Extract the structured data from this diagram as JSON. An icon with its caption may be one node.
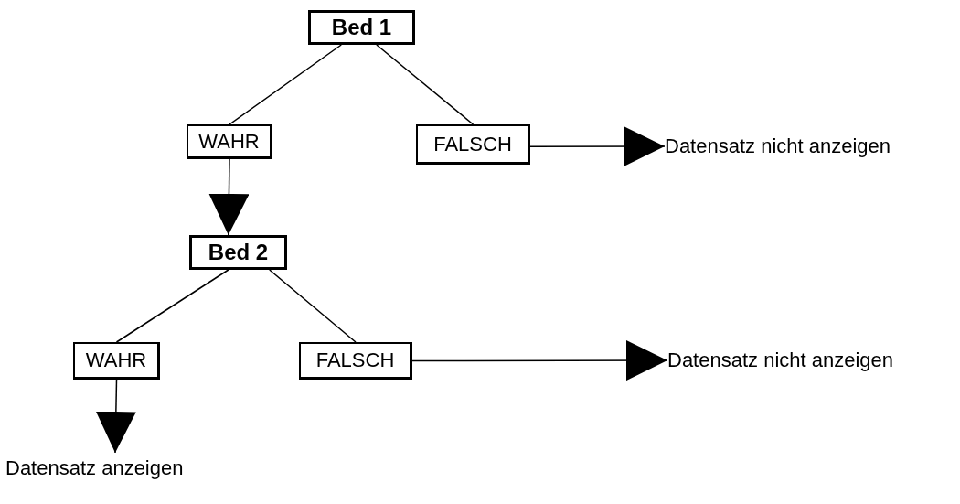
{
  "diagram": {
    "nodes": [
      {
        "text": [
          "Bed 1"
        ]
      },
      {
        "text": [
          "WAHR"
        ]
      },
      {
        "text": [
          "FALSCH"
        ]
      },
      {
        "text": [
          "Datensatz nicht anzeigen"
        ]
      },
      {
        "text": [
          "Bed 2"
        ]
      },
      {
        "text": [
          "WAHR"
        ]
      },
      {
        "text": [
          "FALSCH"
        ]
      },
      {
        "text": [
          "Datensatz nicht anzeigen"
        ]
      },
      {
        "text": [
          "Datensatz anzeigen"
        ]
      }
    ],
    "edges": [
      {
        "from": 0,
        "to": 1,
        "arrow": "none"
      },
      {
        "from": 0,
        "to": 2,
        "arrow": "none"
      },
      {
        "from": 2,
        "to": 3,
        "arrow": "to"
      },
      {
        "from": 1,
        "to": 4,
        "arrow": "to"
      },
      {
        "from": 4,
        "to": 5,
        "arrow": "none"
      },
      {
        "from": 4,
        "to": 6,
        "arrow": "none"
      },
      {
        "from": 6,
        "to": 7,
        "arrow": "to"
      },
      {
        "from": 5,
        "to": 8,
        "arrow": "to"
      }
    ]
  }
}
